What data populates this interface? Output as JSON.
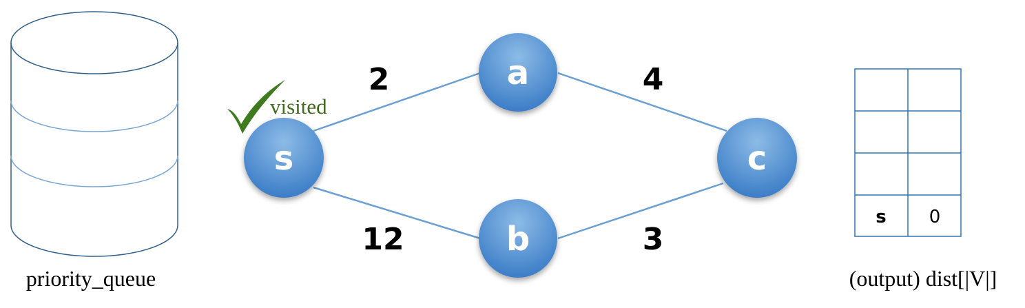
{
  "priority_queue": {
    "label": "priority_queue"
  },
  "graph": {
    "nodes": [
      {
        "id": "s",
        "label": "s",
        "visited": true
      },
      {
        "id": "a",
        "label": "a"
      },
      {
        "id": "b",
        "label": "b"
      },
      {
        "id": "c",
        "label": "c"
      }
    ],
    "edges": [
      {
        "from": "s",
        "to": "a",
        "weight": "2"
      },
      {
        "from": "a",
        "to": "c",
        "weight": "4"
      },
      {
        "from": "s",
        "to": "b",
        "weight": "12"
      },
      {
        "from": "b",
        "to": "c",
        "weight": "3"
      }
    ],
    "visited_label": "visited"
  },
  "dist_table": {
    "label": "(output) dist[|V|]",
    "rows": [
      {
        "node": "",
        "dist": ""
      },
      {
        "node": "",
        "dist": ""
      },
      {
        "node": "",
        "dist": ""
      },
      {
        "node": "s",
        "dist": "0"
      }
    ]
  },
  "colors": {
    "node_fill_top": "#7FB0E0",
    "node_fill_bottom": "#3A7CC6",
    "edge": "#6A9FD4",
    "checkmark": "#3E7A1E",
    "visited_text": "#3E6B1E",
    "table_border": "#2E75B6",
    "cylinder_stroke": "#2F5F8A"
  }
}
